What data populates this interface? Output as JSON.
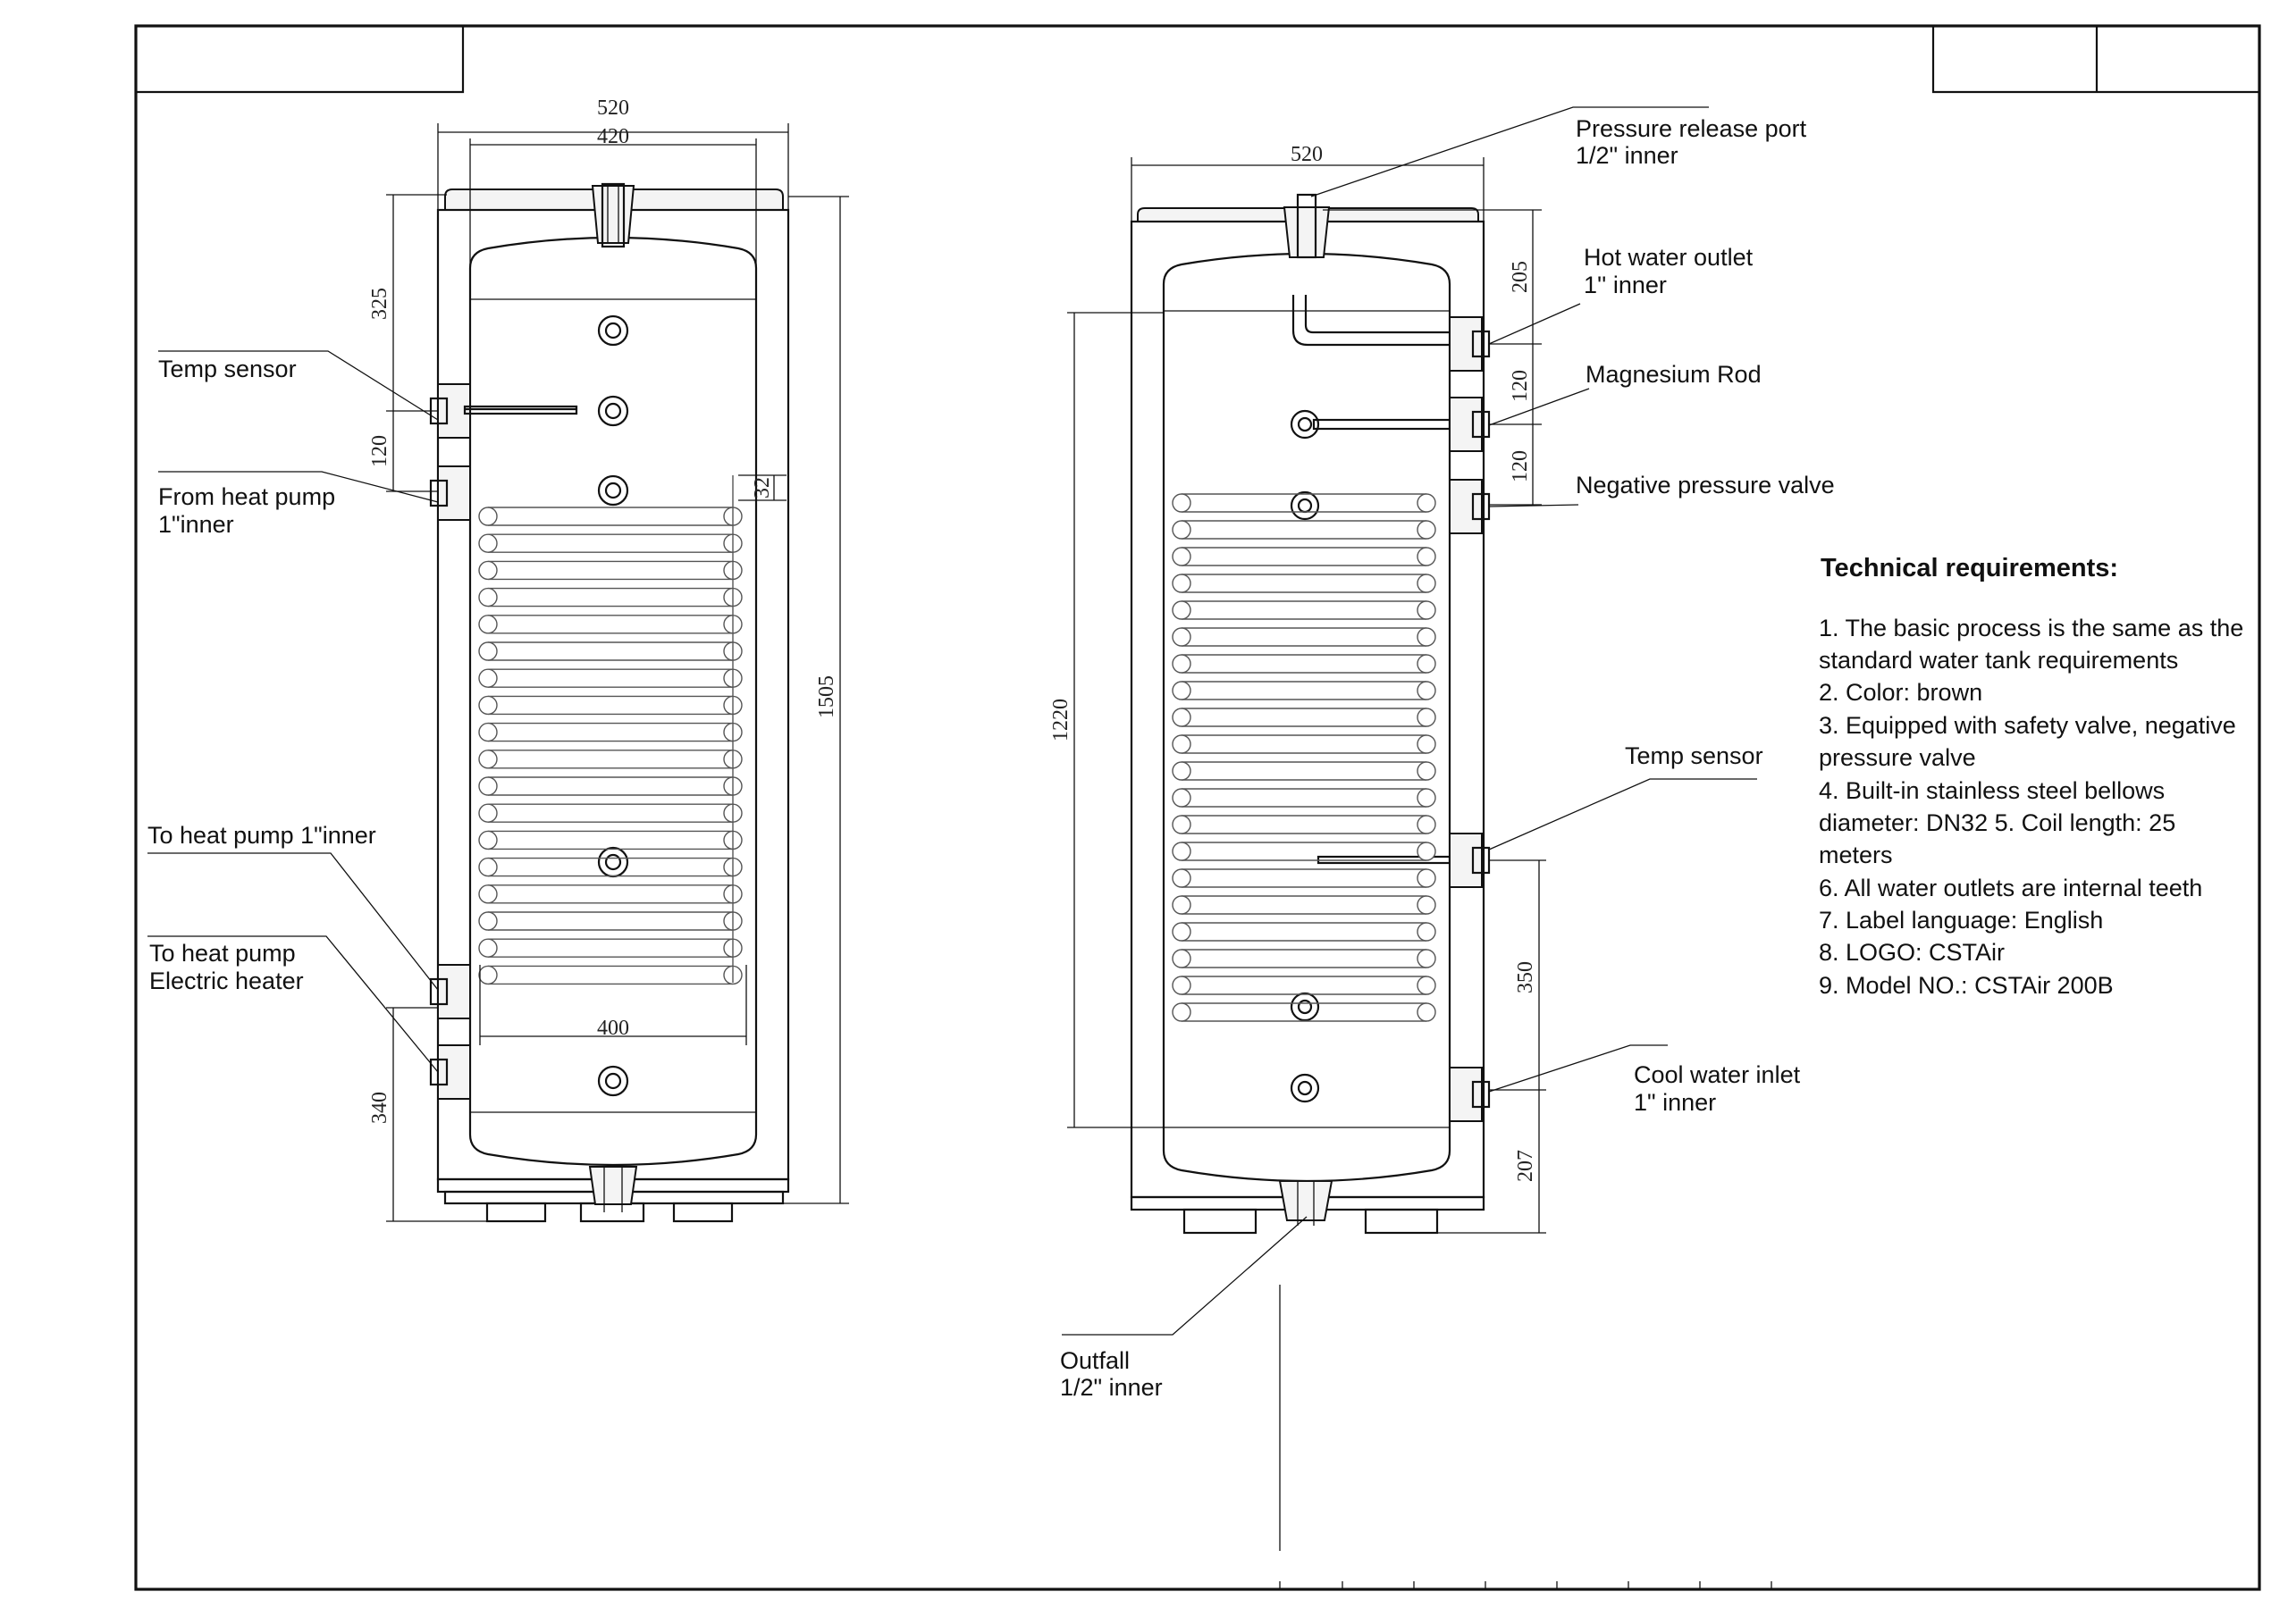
{
  "left_view": {
    "dims": {
      "width_outer": "520",
      "width_inner": "420",
      "top_offset": "325",
      "spacing": "120",
      "coil_gap": "32",
      "height": "1505",
      "coil_width": "400",
      "bottom_offset": "340"
    },
    "labels": {
      "temp_sensor": "Temp sensor",
      "from_heat_pump_1": "From heat pump",
      "from_heat_pump_2": "1\"inner",
      "to_heat_pump": "To heat pump 1\"inner",
      "to_heat_pump_heater_1": "To heat pump",
      "to_heat_pump_heater_2": "Electric heater"
    }
  },
  "right_view": {
    "dims": {
      "width_outer": "520",
      "top_offset": "205",
      "spacing_1": "120",
      "spacing_2": "120",
      "height": "1220",
      "sensor_offset": "350",
      "bottom_offset": "207"
    },
    "labels": {
      "pressure_release_1": "Pressure release port",
      "pressure_release_2": "1/2\" inner",
      "hot_water_1": "Hot water outlet",
      "hot_water_2": "1'' inner",
      "magnesium_rod": "Magnesium Rod",
      "negative_pressure": "Negative pressure valve",
      "temp_sensor": "Temp sensor",
      "cool_water_1": "Cool water inlet",
      "cool_water_2": "1\" inner",
      "outfall_1": "Outfall",
      "outfall_2": "1/2\" inner"
    }
  },
  "requirements": {
    "title": "Technical requirements:",
    "lines": [
      "1. The basic process is the same as the",
      "standard water tank requirements",
      "2. Color: brown",
      "3. Equipped with safety valve, negative",
      "pressure valve",
      "4. Built-in stainless steel bellows",
      "diameter: DN32 5. Coil length: 25",
      "meters",
      "6. All water outlets are internal teeth",
      "7. Label language: English",
      "8. LOGO: CSTAir",
      "9. Model NO.: CSTAir 200B"
    ]
  }
}
